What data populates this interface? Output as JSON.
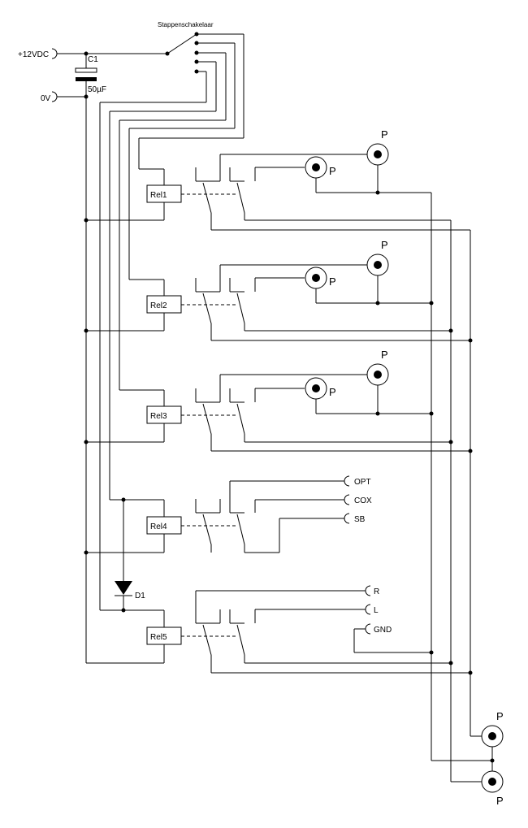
{
  "labels": {
    "supply": "+12VDC",
    "ground": "0V",
    "switch": "Stappenschakelaar",
    "cap_name": "C1",
    "cap_value": "50µF",
    "diode": "D1",
    "rel1": "Rel1",
    "rel2": "Rel2",
    "rel3": "Rel3",
    "rel4": "Rel4",
    "rel5": "Rel5",
    "phono": "P",
    "opt": "OPT",
    "cox": "COX",
    "sb": "SB",
    "r": "R",
    "l": "L",
    "gnd": "GND"
  }
}
